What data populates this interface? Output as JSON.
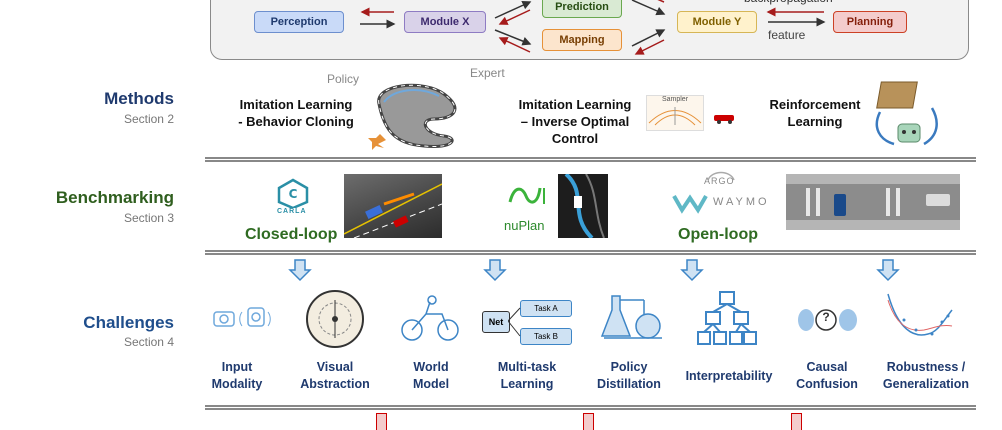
{
  "pipeline": {
    "modules": {
      "perception": "Perception",
      "module_x": "Module X",
      "prediction": "Prediction",
      "mapping": "Mapping",
      "module_y": "Module Y",
      "planning": "Planning"
    },
    "backpropagation_label": "backpropagation",
    "feature_label": "feature",
    "colors": {
      "perception": "#c9daf8",
      "module_x": "#d9d2e9",
      "prediction": "#d9ead3",
      "mapping": "#fce5cd",
      "module_y": "#fff2cc",
      "planning": "#f4cccc",
      "red_arrow": "#a61c1c"
    }
  },
  "methods": {
    "title": "Methods",
    "section": "Section 2",
    "items": [
      {
        "label": "Imitation Learning\n- Behavior Cloning",
        "policy_label": "Policy",
        "expert_label": "Expert"
      },
      {
        "label": "Imitation Learning\n– Inverse Optimal\nControl",
        "sampler_label": "Sampler"
      },
      {
        "label": "Reinforcement\nLearning"
      }
    ]
  },
  "benchmarking": {
    "title": "Benchmarking",
    "section": "Section 3",
    "carla_label": "CARLA",
    "closed_loop": "Closed-loop",
    "nuplan": "nuPlan",
    "argo": "ARGO",
    "waymo": "WAYMO",
    "open_loop": "Open-loop"
  },
  "challenges": {
    "title": "Challenges",
    "section": "Section 4",
    "items": [
      {
        "label": "Input\nModality"
      },
      {
        "label": "Visual\nAbstraction"
      },
      {
        "label": "World\nModel"
      },
      {
        "label": "Multi-task\nLearning",
        "net_label": "Net",
        "task_a": "Task A",
        "task_b": "Task B"
      },
      {
        "label": "Policy\nDistillation"
      },
      {
        "label": "Interpretability"
      },
      {
        "label": "Causal\nConfusion",
        "question": "?"
      },
      {
        "label": "Robustness /\nGeneralization"
      }
    ]
  },
  "colors": {
    "methods_title": "#1f3a6e",
    "benchmark_title": "#2f5e1e",
    "challenge_title": "#1f4e8c",
    "arrow_blue": "#6fa8dc"
  }
}
